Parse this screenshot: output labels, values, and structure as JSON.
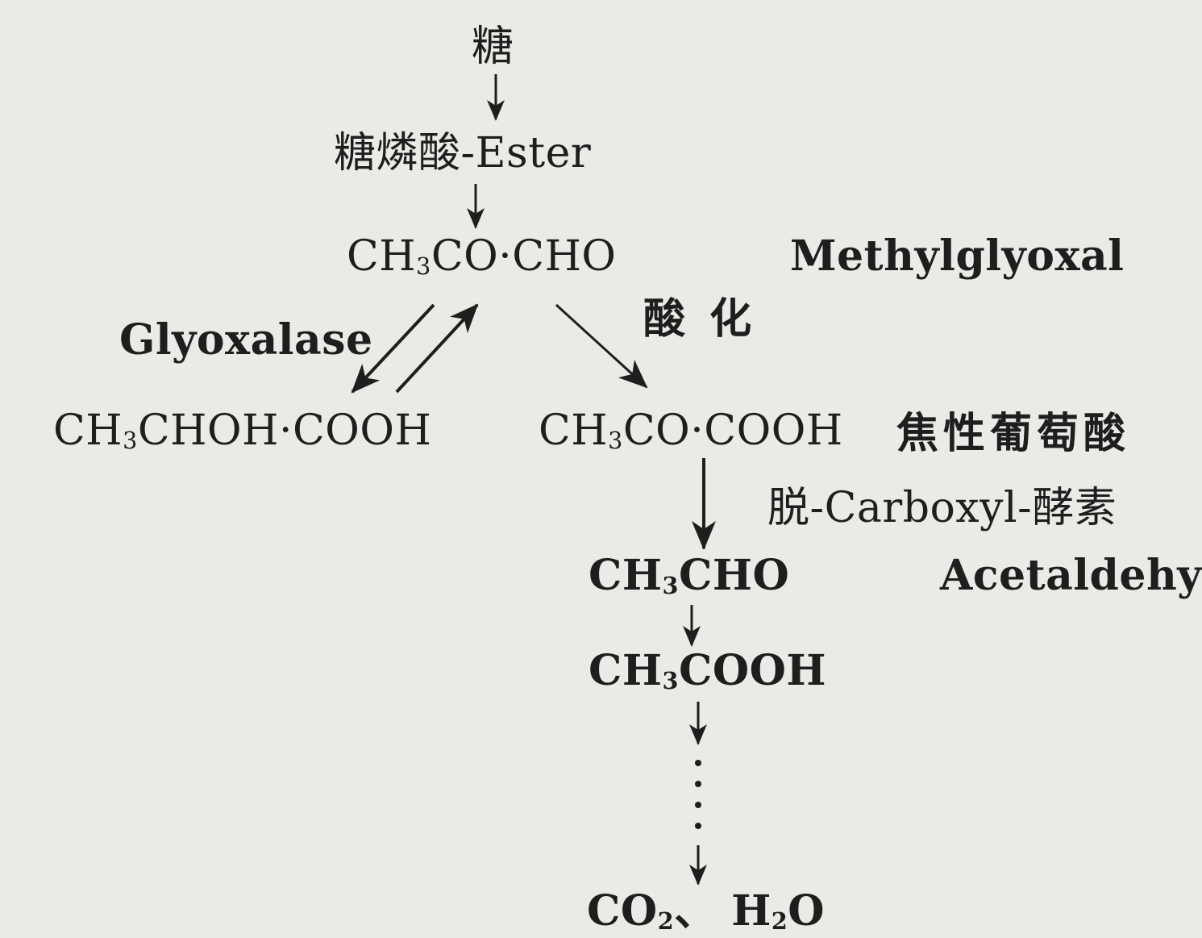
{
  "diagram": {
    "nodes": {
      "sugar": "糖",
      "sugar_phosphate_ester": "糖燐酸-Ester",
      "methylglyoxal_formula": {
        "a": "CH",
        "sub": "3",
        "b": "CO·CHO"
      },
      "methylglyoxal_name": "Methylglyoxal",
      "lactic_acid_formula": {
        "a": "CH",
        "sub": "3",
        "b": "CHOH·COOH"
      },
      "pyruvic_acid_formula": {
        "a": "CH",
        "sub": "3",
        "b": "CO·COOH"
      },
      "pyruvic_acid_name": "焦性葡萄酸",
      "acetaldehyde_formula": {
        "a": "CH",
        "sub": "3",
        "b": "CHO"
      },
      "acetaldehyde_name": "Acetaldehyd",
      "acetic_acid_formula": {
        "a": "CH",
        "sub": "3",
        "b": "COOH"
      },
      "end_products": {
        "a": "CO",
        "sub1": "2",
        "b": "、 H",
        "sub2": "2",
        "c": "O"
      }
    },
    "edge_labels": {
      "glyoxalase": "Glyoxalase",
      "oxidation": "酸 化",
      "decarboxylase": "脱-Carboxyl-酵素"
    }
  }
}
